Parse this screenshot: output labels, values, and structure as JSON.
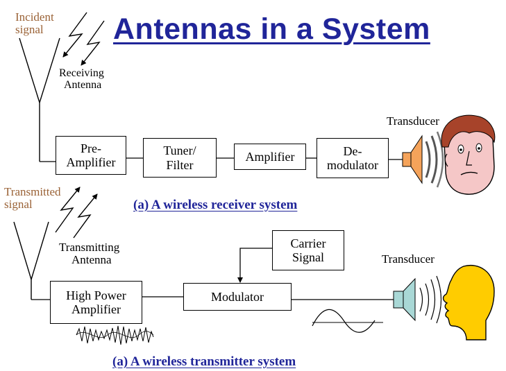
{
  "title": "Antennas in a System",
  "receiver": {
    "incident_signal": [
      "Incident",
      "signal"
    ],
    "antenna_label": [
      "Receiving",
      "Antenna"
    ],
    "blocks": {
      "pre_amplifier": [
        "Pre-",
        "Amplifier"
      ],
      "tuner_filter": [
        "Tuner/",
        "Filter"
      ],
      "amplifier": [
        "Amplifier"
      ],
      "demodulator": [
        "De-",
        "modulator"
      ]
    },
    "transducer": "Transducer",
    "caption": "(a) A wireless receiver system"
  },
  "transmitter": {
    "transmitted_signal": [
      "Transmitted",
      "signal"
    ],
    "antenna_label": [
      "Transmitting",
      "Antenna"
    ],
    "blocks": {
      "carrier_signal": [
        "Carrier",
        "Signal"
      ],
      "high_power_amplifier": [
        "High Power",
        "Amplifier"
      ],
      "modulator": [
        "Modulator"
      ]
    },
    "transducer": "Transducer",
    "caption": "(a) A wireless transmitter system"
  },
  "colors": {
    "title": "#202599",
    "label_brown": "#9a6236",
    "speaker_orange": "#f5a35a",
    "speaker_teal": "#a9d8d6",
    "face_skin": "#f5c7c7",
    "face_yellow": "#ffcc00"
  },
  "icons": [
    "lightning-bolt-icon",
    "antenna-icon",
    "speaker-icon",
    "human-head-icon"
  ]
}
